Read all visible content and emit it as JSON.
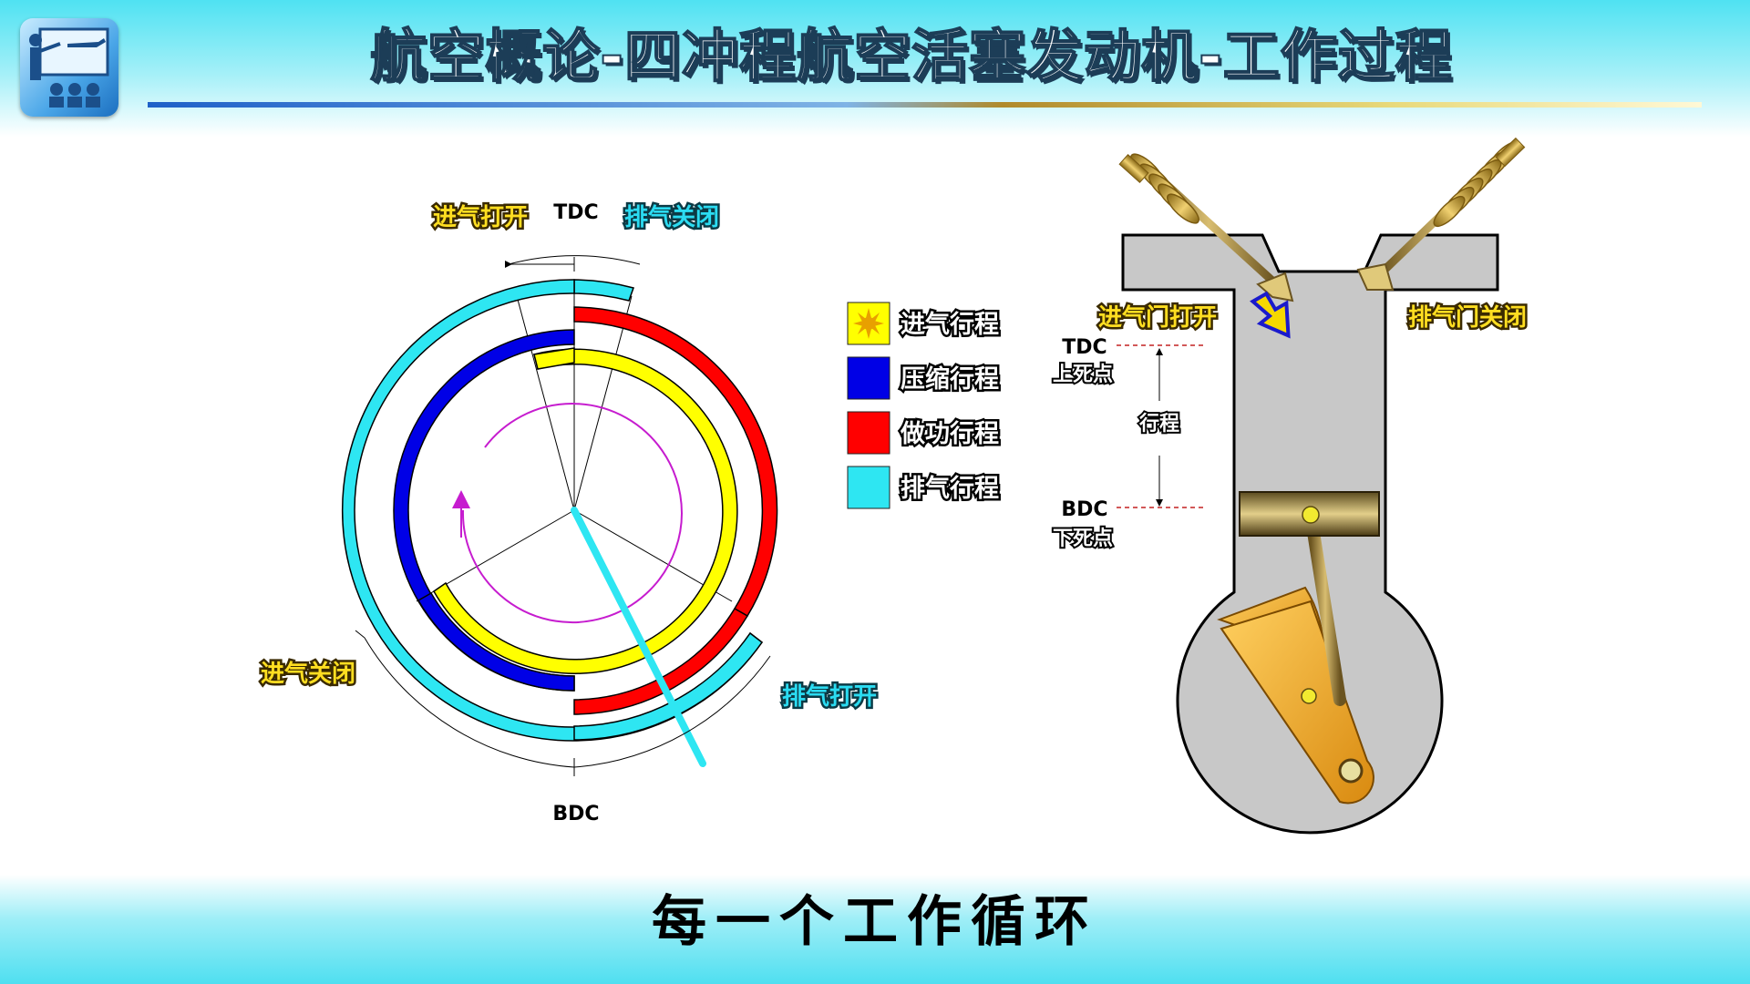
{
  "header": {
    "title": "航空概论-四冲程航空活塞发动机-工作过程",
    "logo_icon": "presenter-airplane-icon"
  },
  "timing_diagram": {
    "labels": {
      "tdc": "TDC",
      "bdc": "BDC",
      "intake_open": "进气打开",
      "exhaust_close": "排气关闭",
      "intake_close": "进气关闭",
      "exhaust_open": "排气打开"
    },
    "legend": [
      {
        "label": "进气行程",
        "color": "#ffff00",
        "icon": "sun-icon"
      },
      {
        "label": "压缩行程",
        "color": "#0000e6"
      },
      {
        "label": "做功行程",
        "color": "#ff0000"
      },
      {
        "label": "排气行程",
        "color": "#2ee6f2"
      }
    ]
  },
  "engine_diagram": {
    "intake_valve": "进气门打开",
    "exhaust_valve": "排气门关闭",
    "tdc": "TDC",
    "tdc_cn": "上死点",
    "stroke": "行程",
    "bdc": "BDC",
    "bdc_cn": "下死点"
  },
  "caption": "每一个工作循环",
  "colors": {
    "intake": "#ffff00",
    "compression": "#0000e6",
    "power": "#ff0000",
    "exhaust": "#2ee6f2",
    "engine_body": "#c8c8c8",
    "spiral": "#c61ccf"
  }
}
